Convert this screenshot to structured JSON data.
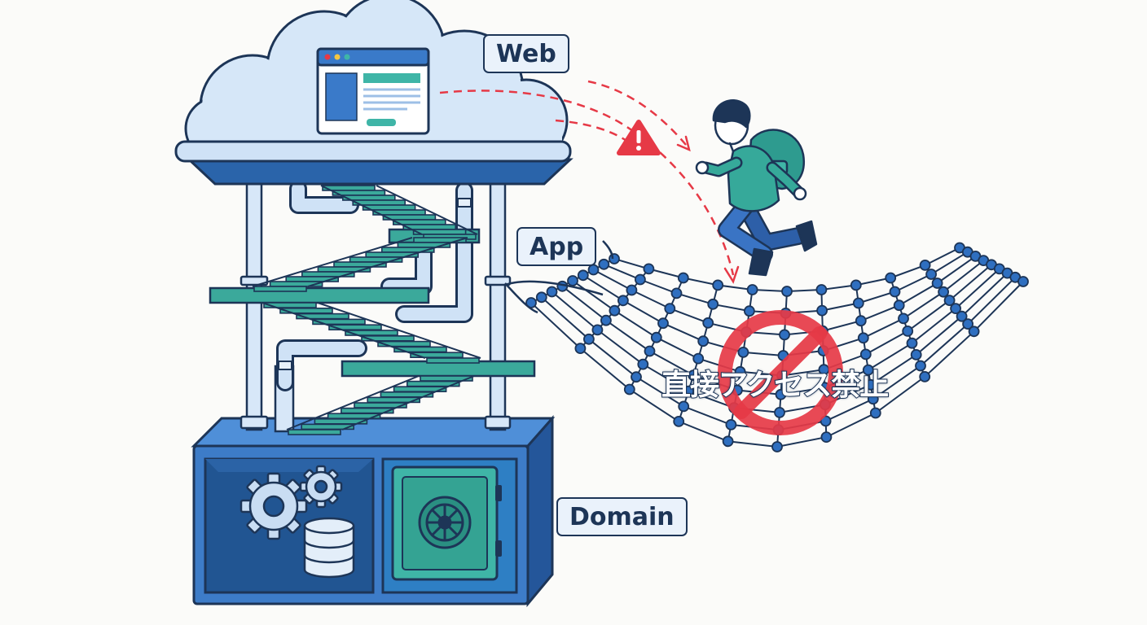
{
  "labels": {
    "web": "Web",
    "app": "App",
    "domain": "Domain"
  },
  "warning_text": "直接アクセス禁止",
  "icons": {
    "warning": "warning-triangle-icon",
    "forbidden": "prohibited-icon",
    "gears": "gear-icon",
    "database": "database-icon",
    "safe": "vault-icon"
  },
  "colors": {
    "outline": "#1d3557",
    "blue": "#3a7ac9",
    "light_blue": "#d5e6f8",
    "teal": "#2fae9d",
    "warning_red": "#e63946",
    "net_node": "#2f6fc0"
  }
}
